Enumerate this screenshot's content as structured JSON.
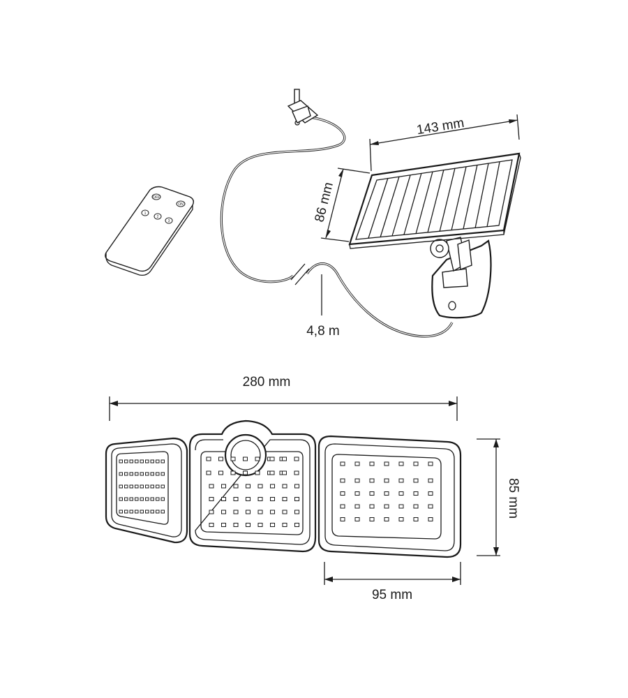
{
  "dimensions": {
    "panel_width": "143 mm",
    "panel_height": "86 mm",
    "cable_length": "4,8 m",
    "lamp_total_width": "280 mm",
    "lamp_height": "85 mm",
    "side_panel_width": "95 mm"
  },
  "remote": {
    "off_label": "OFF",
    "on_label": "ON",
    "mode_1": "1",
    "mode_2": "2",
    "mode_3": "3"
  }
}
